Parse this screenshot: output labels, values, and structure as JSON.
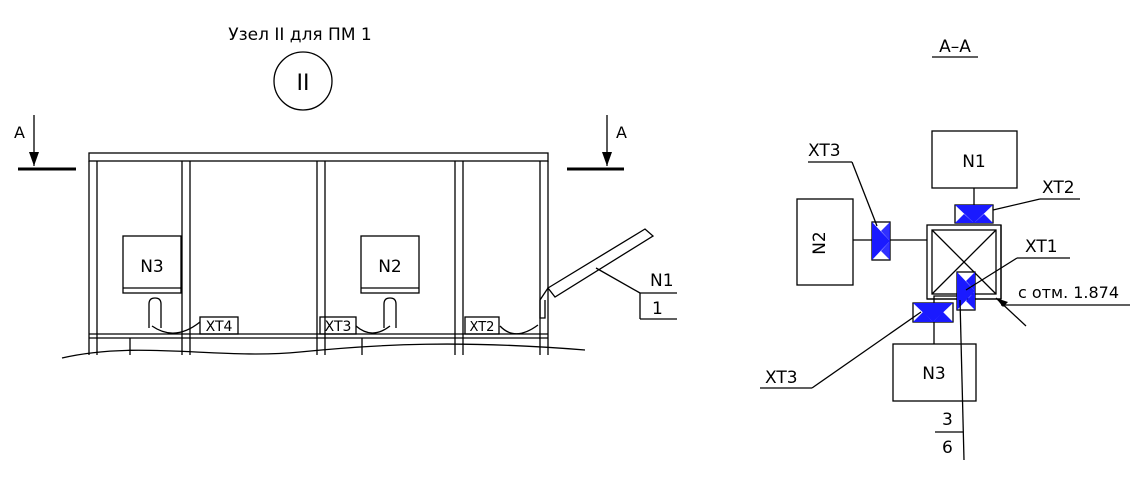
{
  "left_view": {
    "title": "Узел II для ПМ 1",
    "node_mark": "II",
    "section_mark_left": "A",
    "section_mark_right": "A",
    "boxes": {
      "n3": "N3",
      "n2": "N2"
    },
    "connectors": {
      "xt4": "XT4",
      "xt3": "XT3",
      "xt2": "XT2"
    },
    "leader": {
      "top": "N1",
      "bottom": "1"
    }
  },
  "right_view": {
    "title": "A–A",
    "boxes": {
      "n1": "N1",
      "n2": "N2",
      "n3": "N3"
    },
    "labels": {
      "xt3_top": "XT3",
      "xt2": "XT2",
      "xt1": "XT1",
      "xt3_bottom": "XT3",
      "elevation": "с отм. 1.874"
    },
    "fraction": {
      "top": "3",
      "bottom": "6"
    }
  },
  "colors": {
    "line": "#000000",
    "connector": "#1a1aff",
    "background": "#ffffff"
  }
}
